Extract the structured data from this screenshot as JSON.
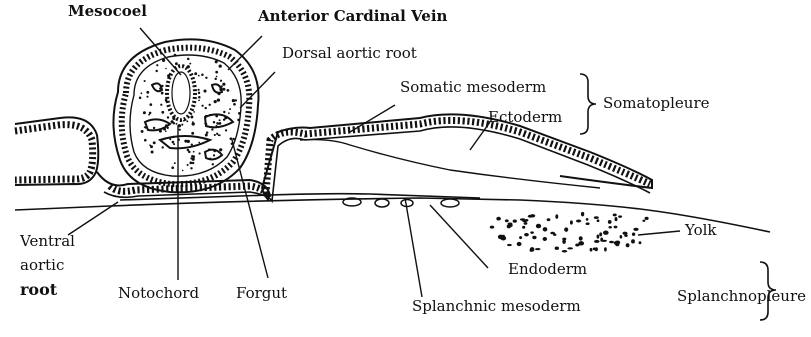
{
  "labels": {
    "mesocoel": "Mesocoel",
    "anterior_cardinal_vein": "Anterior Cardinal Vein",
    "dorsal_aortic_root": "Dorsal aortic root",
    "somatic_mesoderm": "Somatic mesoderm",
    "ectoderm": "Ectoderm",
    "somatopleure": "Somatopleure",
    "yolk": "Yolk",
    "ventral_line1": "Ventral",
    "ventral_line2": "aortic",
    "ventral_line3": "root",
    "notochord": "Notochord",
    "forgut": "Forgut",
    "endoderm": "Endoderm",
    "splanchnic_mesoderm": "Splanchnic mesoderm",
    "splanchnopleure": "Splanchnopleure"
  },
  "colors": {
    "ink": "#111111",
    "paper": "#ffffff"
  }
}
